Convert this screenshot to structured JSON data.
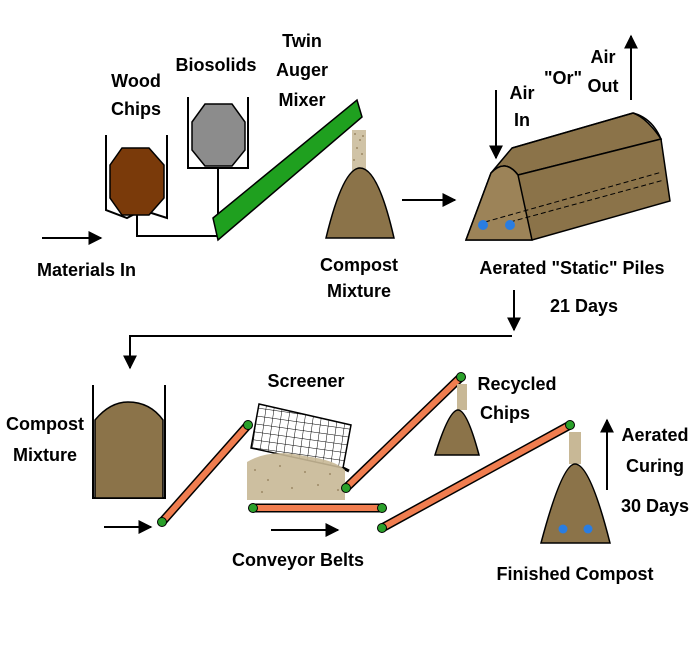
{
  "labels": {
    "wood": [
      "Wood",
      "Chips"
    ],
    "biosolids": "Biosolids",
    "mixer": [
      "Twin",
      "Auger",
      "Mixer"
    ],
    "materials_in": "Materials In",
    "compost_mixture_top": [
      "Compost",
      "Mixture"
    ],
    "air_in": [
      "Air",
      "In"
    ],
    "or": "\"Or\"",
    "air_out": [
      "Air",
      "Out"
    ],
    "static_piles": "Aerated \"Static\" Piles",
    "days21": "21 Days",
    "compost_mixture_left": [
      "Compost",
      "Mixture"
    ],
    "screener": "Screener",
    "recycled": [
      "Recycled",
      "Chips"
    ],
    "aerated_curing": [
      "Aerated",
      "Curing"
    ],
    "days30": "30 Days",
    "conveyor": "Conveyor Belts",
    "finished": "Finished Compost"
  },
  "colors": {
    "wood_chips": "#7a3a0a",
    "biosolids": "#8c8c8c",
    "mixer": "#1fa01f",
    "compost": "#8b7349",
    "belt": "#f07d4f",
    "belt_end": "#2aa02a",
    "air_hole": "#2a7de1",
    "sand": "#c8b896"
  }
}
